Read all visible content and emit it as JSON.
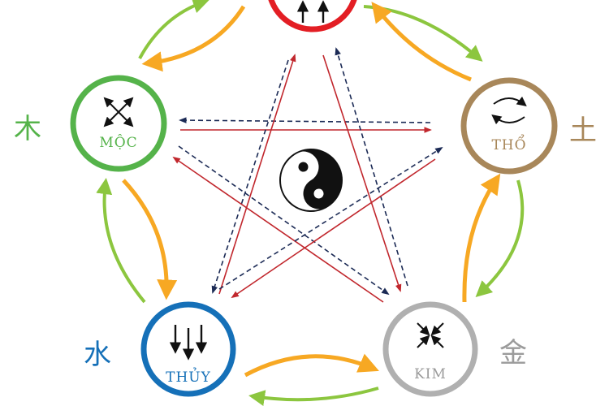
{
  "elements": {
    "fire": {
      "label": "",
      "han": "",
      "color": "#e31e24",
      "icon": "up-arrows-icon"
    },
    "earth": {
      "label": "THỔ",
      "han": "土",
      "color": "#a8875a",
      "icon": "cycle-arrows-icon"
    },
    "metal": {
      "label": "KIM",
      "han": "金",
      "color": "#9b9b9b",
      "icon": "converging-arrows-icon"
    },
    "water": {
      "label": "THỦY",
      "han": "水",
      "color": "#1570b8",
      "icon": "down-arrows-icon"
    },
    "wood": {
      "label": "MỘC",
      "han": "木",
      "color": "#55b34a",
      "icon": "diverging-arrows-icon"
    }
  },
  "colors": {
    "generating_green": "#8cc63f",
    "generating_orange": "#f7a823",
    "controlling_red": "#c1272d",
    "controlling_navy": "#1b2a55"
  },
  "center_icon": "yin-yang-icon"
}
